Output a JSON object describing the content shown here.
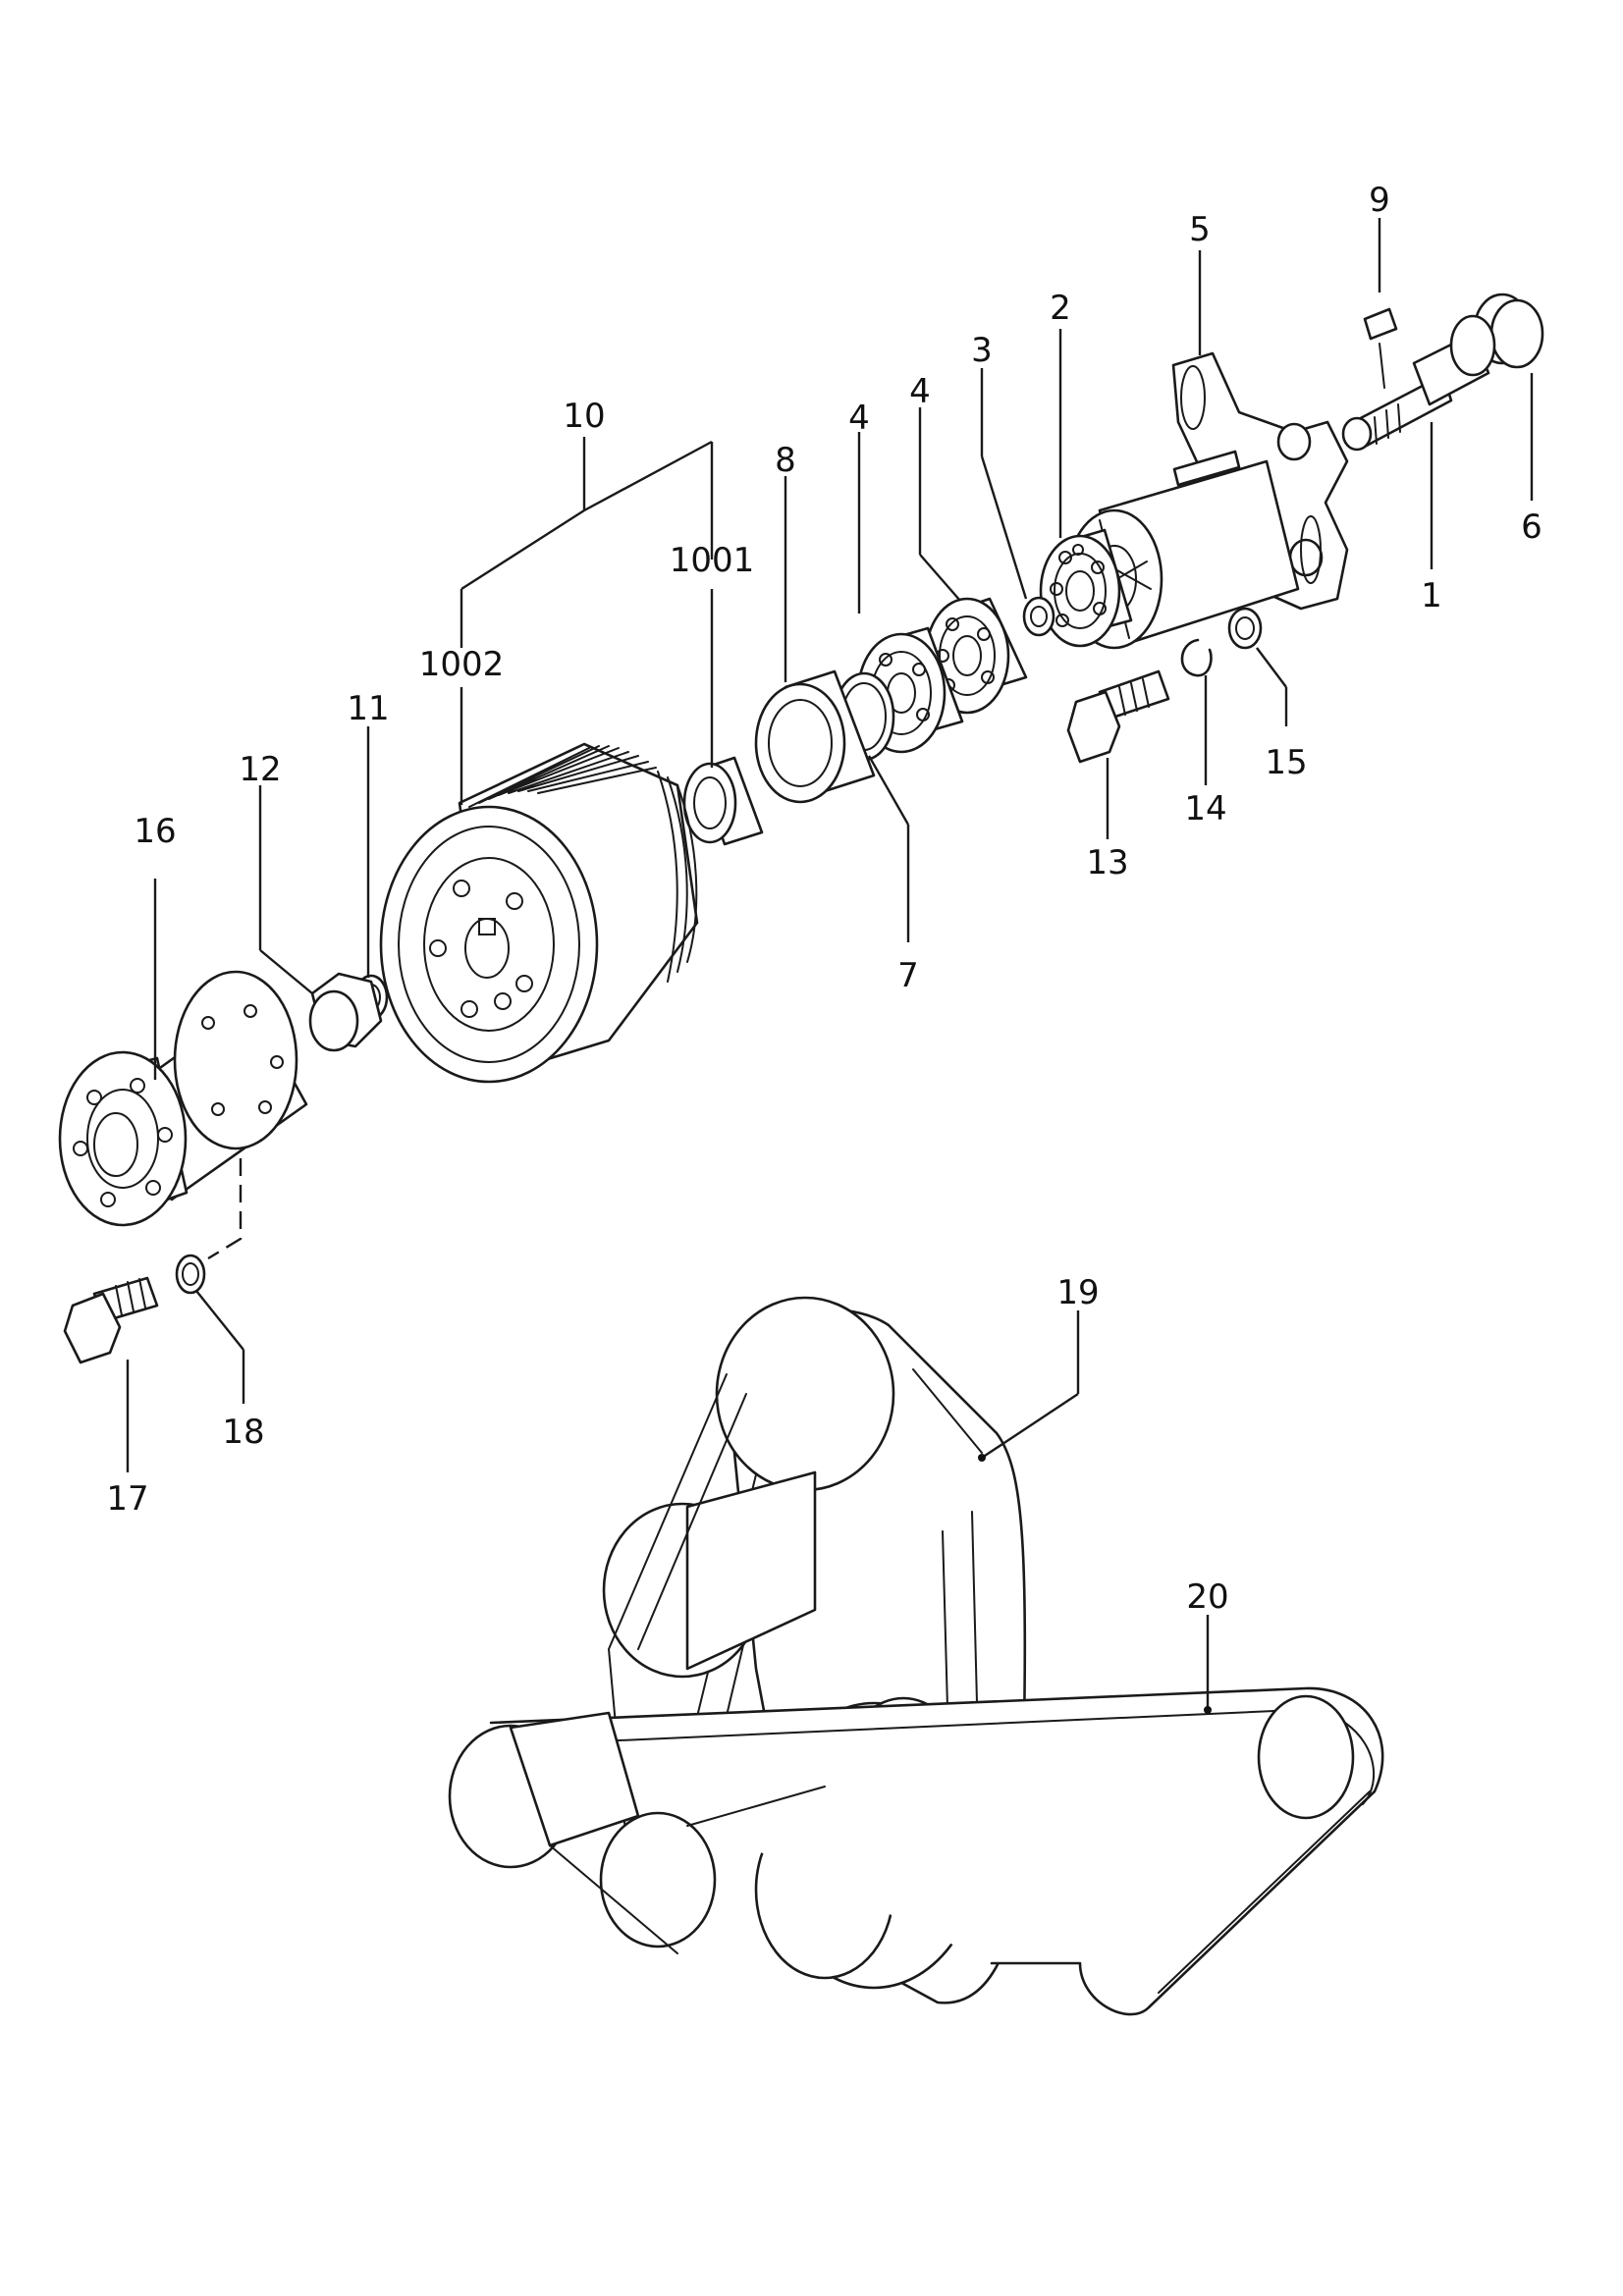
{
  "diagram": {
    "callouts": {
      "p1": "1",
      "p2": "2",
      "p3": "3",
      "p4a": "4",
      "p4b": "4",
      "p5": "5",
      "p6": "6",
      "p7": "7",
      "p8": "8",
      "p9": "9",
      "p10": "10",
      "p1001": "1001",
      "p1002": "1002",
      "p11": "11",
      "p12": "12",
      "p13": "13",
      "p14": "14",
      "p15": "15",
      "p16": "16",
      "p17": "17",
      "p18": "18",
      "p19": "19",
      "p20": "20"
    }
  }
}
